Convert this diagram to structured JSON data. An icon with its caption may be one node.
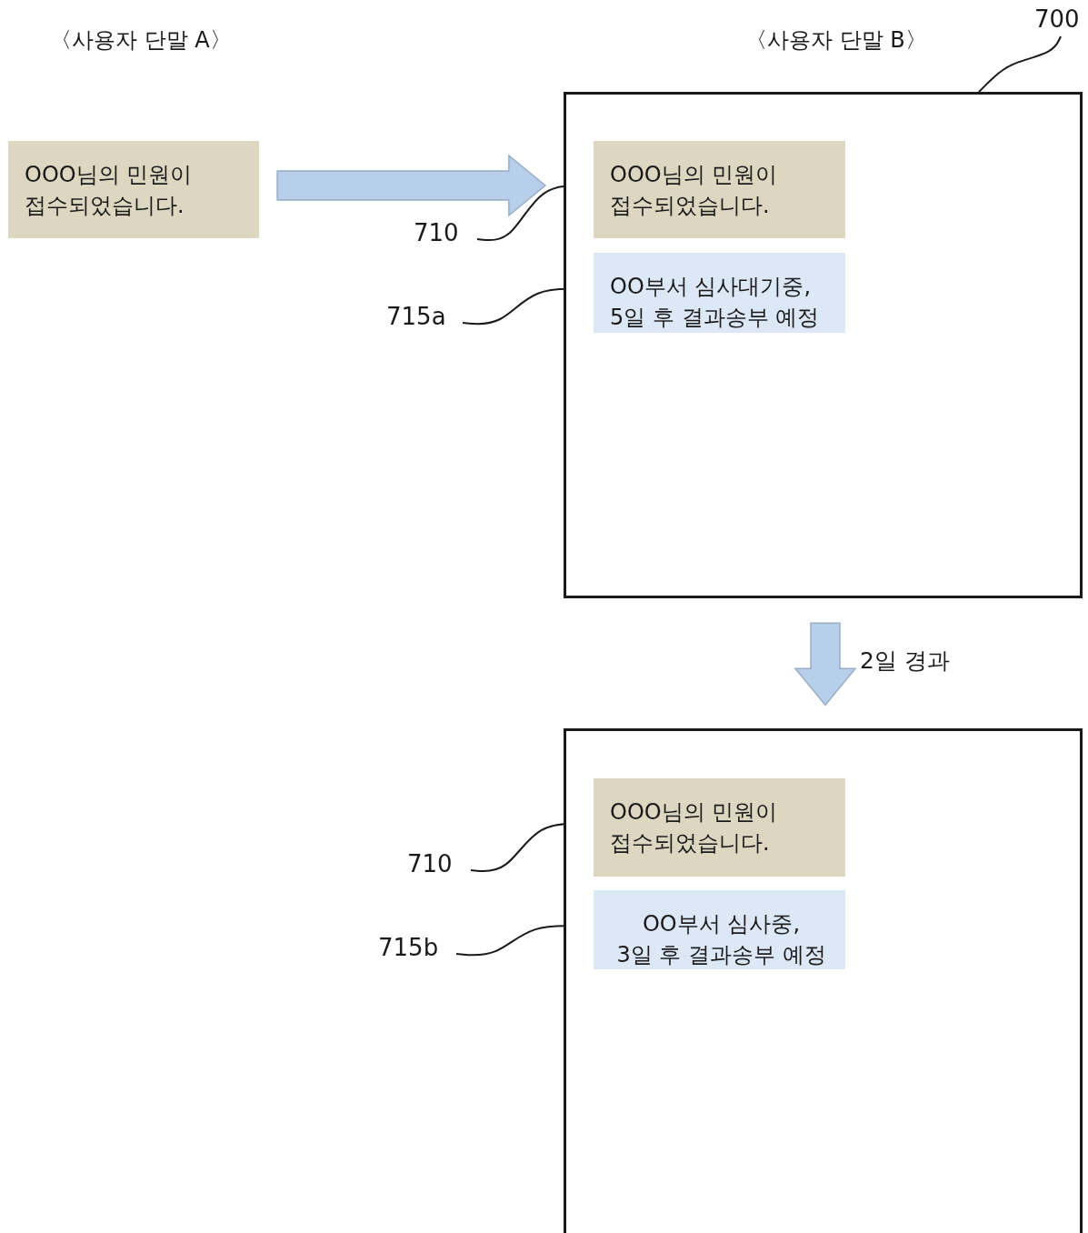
{
  "diagram": {
    "nodes": [
      {
        "text": [
          "OOO님의 민원이 접수되었습니다."
        ]
      },
      {
        "text": [],
        "shape": "box"
      },
      {
        "text": [
          "OOO님의 민원이 접수되었습니다."
        ],
        "in": 1
      },
      {
        "text": [
          "OO부서 심사대기중, 5일 후 결과송부 예정"
        ],
        "in": 1
      },
      {
        "text": [],
        "shape": "box"
      },
      {
        "text": [
          "OOO님의 민원이 접수되었습니다."
        ],
        "in": 4
      },
      {
        "text": [
          "OO부서 심사중, 3일 후 결과송부 예정"
        ],
        "in": 4
      },
      {
        "text": [
          "700"
        ]
      },
      {
        "text": [
          "710"
        ]
      },
      {
        "text": [
          "715a"
        ]
      },
      {
        "text": [
          "710"
        ]
      },
      {
        "text": [
          "715b"
        ]
      }
    ],
    "edges": [
      {
        "from": 0,
        "to": 1,
        "arrow": "to",
        "style": "thick",
        "color": "#b7cfea"
      },
      {
        "from": 1,
        "to": 4,
        "arrow": "to",
        "style": "thick",
        "color": "#b7cfea",
        "label": "2일 경과"
      },
      {
        "from": 7,
        "to": 1,
        "arrow": "none"
      },
      {
        "from": 8,
        "to": 2,
        "arrow": "none"
      },
      {
        "from": 9,
        "to": 3,
        "arrow": "none"
      },
      {
        "from": 10,
        "to": 5,
        "arrow": "none"
      },
      {
        "from": 11,
        "to": 6,
        "arrow": "none"
      }
    ],
    "labels": [
      "〈사용자 단말 A〉",
      "〈사용자 단말 B〉"
    ]
  }
}
